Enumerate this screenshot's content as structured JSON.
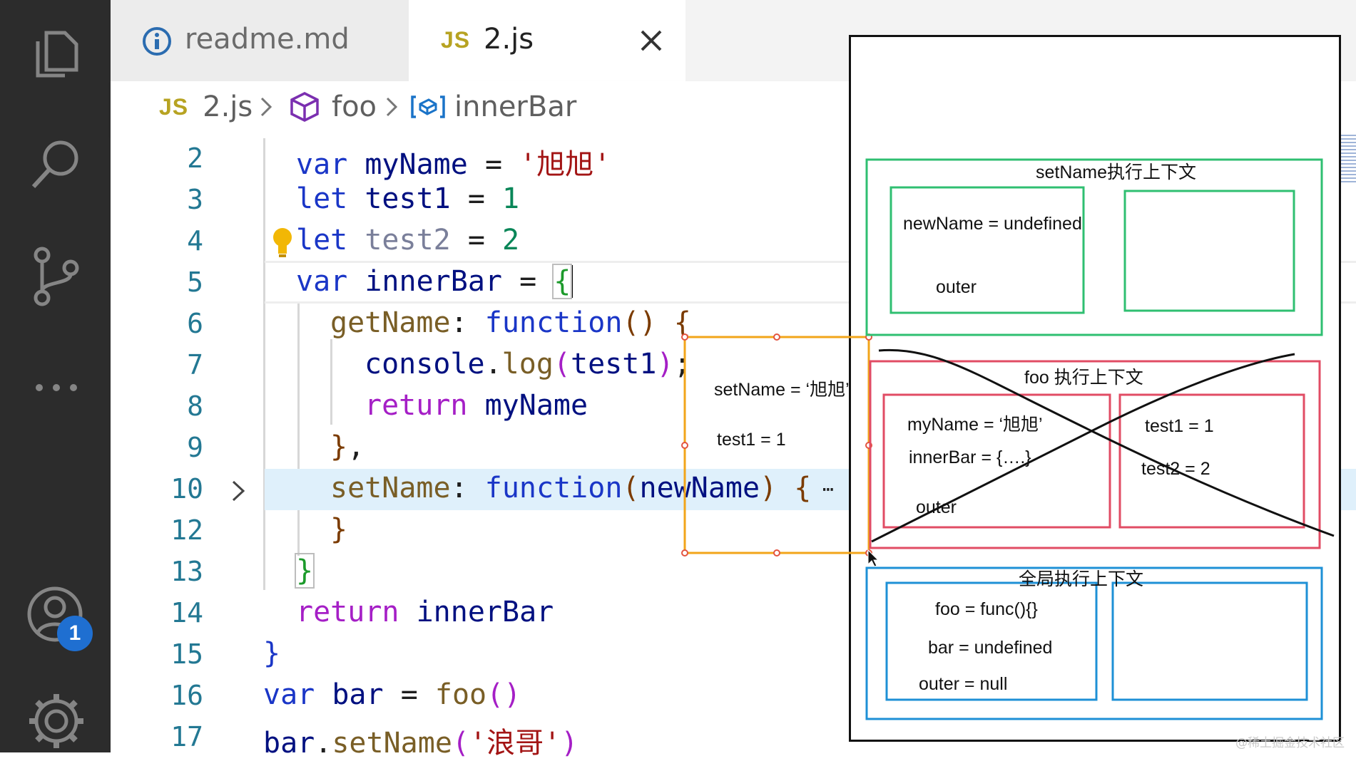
{
  "activity_bar": {
    "items": [
      "explorer",
      "search",
      "source-control",
      "more",
      "accounts",
      "manage"
    ],
    "account_badge": "1"
  },
  "tabs": [
    {
      "label": "readme.md",
      "icon": "info-icon",
      "active": false
    },
    {
      "label": "2.js",
      "icon": "js-file-icon",
      "active": true
    }
  ],
  "file_badge": "JS",
  "breadcrumb": {
    "file": "2.js",
    "scope": "foo",
    "symbol": "innerBar"
  },
  "editor": {
    "line_numbers": [
      "2",
      "3",
      "4",
      "5",
      "6",
      "7",
      "8",
      "9",
      "10",
      "12",
      "13",
      "14",
      "15",
      "16",
      "17"
    ],
    "highlighted_line": "10",
    "fold_marker_line": "10"
  },
  "diagram": {
    "closure_box": {
      "line1": "setName = ‘旭旭’",
      "line2": "test1 = 1"
    },
    "setname_context": {
      "title": "setName执行上下文",
      "left_box": [
        "newName = undefined",
        "outer"
      ]
    },
    "foo_context": {
      "title": "foo 执行上下文",
      "left_box": [
        "myName = ‘旭旭’",
        "innerBar = {….}",
        "outer"
      ],
      "right_box": [
        "test1 = 1",
        "test2 = 2"
      ]
    },
    "global_context": {
      "title": "全局执行上下文",
      "left_box": [
        "foo = func(){}",
        "bar = undefined",
        "outer = null"
      ]
    }
  },
  "watermark": "@稀土掘金技术社区",
  "colors": {
    "green": "#2fbf71",
    "red": "#e14c64",
    "blue": "#1e90d6",
    "orange": "#f2a51a",
    "highlight": "#dff0fb"
  }
}
